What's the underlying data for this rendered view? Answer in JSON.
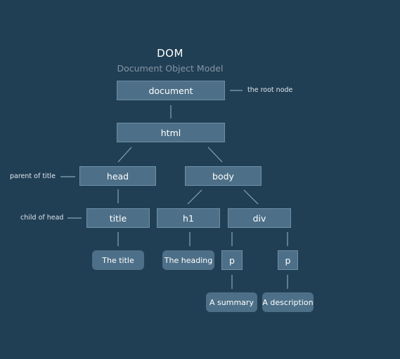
{
  "header": {
    "title": "DOM",
    "subtitle": "Document Object Model"
  },
  "nodes": {
    "document": "document",
    "html": "html",
    "head": "head",
    "body": "body",
    "title": "title",
    "h1": "h1",
    "div": "div",
    "p1": "p",
    "p2": "p"
  },
  "text_nodes": {
    "the_title": "The title",
    "the_heading": "The heading",
    "a_summary": "A summary",
    "a_description": "A description"
  },
  "annotations": {
    "root": "the root node",
    "parent": "parent of title",
    "child": "child of head"
  },
  "colors": {
    "background": "#213f54",
    "node_fill": "#4d7088",
    "node_border": "#6d8fa6",
    "connector": "#8aa3b4",
    "subtitle": "#8394a3"
  }
}
